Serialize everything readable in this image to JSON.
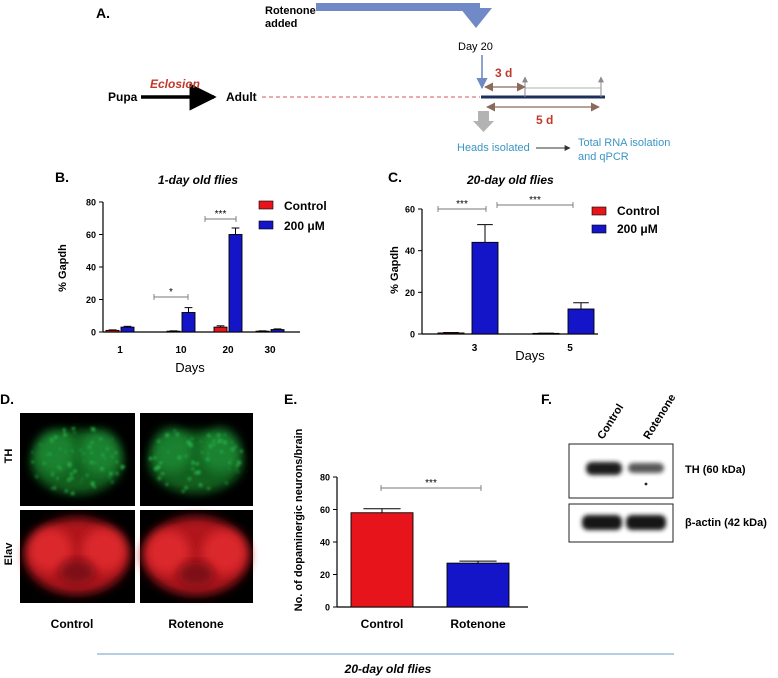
{
  "panel_labels": {
    "a": "A.",
    "b": "B.",
    "c": "C.",
    "d": "D.",
    "e": "E.",
    "f": "F."
  },
  "schematic": {
    "rotenone_line1": "Rotenone",
    "rotenone_line2": "added",
    "day20": "Day 20",
    "pupa": "Pupa",
    "eclosion": "Eclosion",
    "adult": "Adult",
    "three_d": "3 d",
    "five_d": "5 d",
    "heads_isolated": "Heads isolated",
    "rna_line1": "Total RNA isolation",
    "rna_line2": "and qPCR",
    "colors": {
      "arrow_blue": "#6f8ac6",
      "red_text": "#c0392b",
      "teal_text": "#3b95c4",
      "timeline": "#1f2f5c",
      "grey_arrow": "#b3b3b3",
      "brown_arrow": "#8a6a5a"
    }
  },
  "colors": {
    "control": "#e8141b",
    "rotenone": "#1414c8",
    "green_tissue": "#29b34a",
    "red_tissue": "#d2242a"
  },
  "chart_data": [
    {
      "id": "B",
      "type": "bar",
      "title": "1-day old flies",
      "xlabel": "Days",
      "ylabel": "% Gapdh",
      "categories": [
        "1",
        "10",
        "20",
        "30"
      ],
      "ylim": [
        0,
        80
      ],
      "yticks": [
        "0",
        "20",
        "40",
        "60",
        "80"
      ],
      "series": [
        {
          "name": "Control",
          "values": [
            1,
            0.5,
            3,
            0.5
          ],
          "errors": [
            0.3,
            0.2,
            0.8,
            0.2
          ]
        },
        {
          "name": "200 μM",
          "values": [
            3,
            12,
            60,
            1.5
          ],
          "errors": [
            0.5,
            3,
            4,
            0.4
          ]
        }
      ],
      "significance": [
        {
          "category": "10",
          "label": "*"
        },
        {
          "category": "20",
          "label": "***"
        }
      ],
      "legend": "top-right",
      "grid": false
    },
    {
      "id": "C",
      "type": "bar",
      "title": "20-day old flies",
      "xlabel": "Days",
      "ylabel": "% Gapdh",
      "categories": [
        "3",
        "5"
      ],
      "ylim": [
        0,
        60
      ],
      "yticks": [
        "0",
        "20",
        "40",
        "60"
      ],
      "series": [
        {
          "name": "Control",
          "values": [
            0.5,
            0.3
          ],
          "errors": [
            0.2,
            0.1
          ]
        },
        {
          "name": "200 μM",
          "values": [
            44,
            12
          ],
          "errors": [
            8.5,
            3
          ]
        }
      ],
      "significance": [
        {
          "from": "3-control",
          "to": "3-200",
          "label": "***"
        },
        {
          "from": "3-200",
          "to": "5-200",
          "label": "***"
        }
      ],
      "legend": "top-right",
      "grid": false
    },
    {
      "id": "E",
      "type": "bar",
      "title": "",
      "xlabel": "",
      "ylabel": "No. of dopaminergic neurons/brain",
      "categories": [
        "Control",
        "Rotenone"
      ],
      "ylim": [
        0,
        80
      ],
      "yticks": [
        "0",
        "20",
        "40",
        "60",
        "80"
      ],
      "series": [
        {
          "name": "",
          "values": [
            58,
            27
          ],
          "errors": [
            2.5,
            1.2
          ]
        }
      ],
      "significance": [
        {
          "from": "Control",
          "to": "Rotenone",
          "label": "***"
        }
      ],
      "grid": false
    }
  ],
  "panel_d": {
    "row_labels": [
      "TH",
      "Elav"
    ],
    "col_labels": [
      "Control",
      "Rotenone"
    ]
  },
  "panel_f": {
    "col_labels": [
      "Control",
      "Rotenone"
    ],
    "band_labels": [
      "TH (60 kDa)",
      "β-actin  (42 kDa)"
    ]
  },
  "footer": "20-day old flies"
}
